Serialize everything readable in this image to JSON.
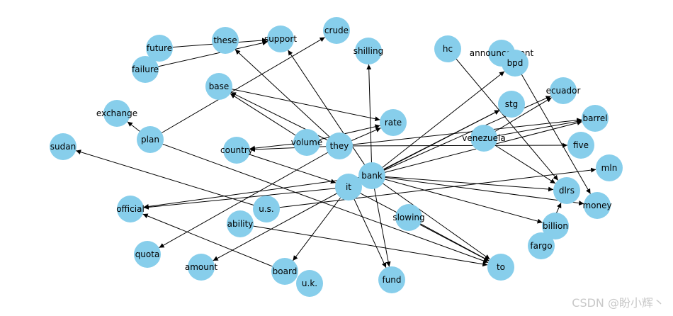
{
  "diagram": {
    "nodes": [
      {
        "id": "future",
        "label": "future"
      },
      {
        "id": "these",
        "label": "these"
      },
      {
        "id": "support",
        "label": "support"
      },
      {
        "id": "crude",
        "label": "crude"
      },
      {
        "id": "failure",
        "label": "failure"
      },
      {
        "id": "shilling",
        "label": "shilling"
      },
      {
        "id": "hc",
        "label": "hc"
      },
      {
        "id": "announcement",
        "label": "announcement"
      },
      {
        "id": "bpd",
        "label": "bpd"
      },
      {
        "id": "base",
        "label": "base"
      },
      {
        "id": "ecuador",
        "label": "ecuador"
      },
      {
        "id": "stg",
        "label": "stg"
      },
      {
        "id": "exchange",
        "label": "exchange"
      },
      {
        "id": "rate",
        "label": "rate"
      },
      {
        "id": "barrel",
        "label": "barrel"
      },
      {
        "id": "plan",
        "label": "plan"
      },
      {
        "id": "volume",
        "label": "volume"
      },
      {
        "id": "they",
        "label": "they"
      },
      {
        "id": "venezuela",
        "label": "venezuela"
      },
      {
        "id": "sudan",
        "label": "sudan"
      },
      {
        "id": "country",
        "label": "country"
      },
      {
        "id": "five",
        "label": "five"
      },
      {
        "id": "mln",
        "label": "mln"
      },
      {
        "id": "bank",
        "label": "bank"
      },
      {
        "id": "it",
        "label": "it"
      },
      {
        "id": "dlrs",
        "label": "dlrs"
      },
      {
        "id": "official",
        "label": "official"
      },
      {
        "id": "us",
        "label": "u.s."
      },
      {
        "id": "money",
        "label": "money"
      },
      {
        "id": "slowing",
        "label": "slowing"
      },
      {
        "id": "ability",
        "label": "ability"
      },
      {
        "id": "billion",
        "label": "billion"
      },
      {
        "id": "fargo",
        "label": "fargo"
      },
      {
        "id": "quota",
        "label": "quota"
      },
      {
        "id": "amount",
        "label": "amount"
      },
      {
        "id": "to",
        "label": "to"
      },
      {
        "id": "board",
        "label": "board"
      },
      {
        "id": "uk",
        "label": "u.k."
      },
      {
        "id": "fund",
        "label": "fund"
      }
    ],
    "edges": [
      {
        "from": "future",
        "to": "support"
      },
      {
        "from": "failure",
        "to": "support"
      },
      {
        "from": "plan",
        "to": "crude"
      },
      {
        "from": "plan",
        "to": "exchange"
      },
      {
        "from": "plan",
        "to": "to"
      },
      {
        "from": "base",
        "to": "rate"
      },
      {
        "from": "they",
        "to": "base"
      },
      {
        "from": "they",
        "to": "rate"
      },
      {
        "from": "they",
        "to": "these"
      },
      {
        "from": "they",
        "to": "country"
      },
      {
        "from": "they",
        "to": "barrel"
      },
      {
        "from": "they",
        "to": "five"
      },
      {
        "from": "they",
        "to": "quota"
      },
      {
        "from": "volume",
        "to": "base"
      },
      {
        "from": "volume",
        "to": "rate"
      },
      {
        "from": "volume",
        "to": "country"
      },
      {
        "from": "bank",
        "to": "support"
      },
      {
        "from": "bank",
        "to": "shilling"
      },
      {
        "from": "bank",
        "to": "bpd"
      },
      {
        "from": "bank",
        "to": "ecuador"
      },
      {
        "from": "bank",
        "to": "stg"
      },
      {
        "from": "bank",
        "to": "barrel"
      },
      {
        "from": "bank",
        "to": "official"
      },
      {
        "from": "bank",
        "to": "dlrs"
      },
      {
        "from": "bank",
        "to": "money"
      },
      {
        "from": "bank",
        "to": "billion"
      },
      {
        "from": "bank",
        "to": "fund"
      },
      {
        "from": "bank",
        "to": "to"
      },
      {
        "from": "it",
        "to": "stg"
      },
      {
        "from": "it",
        "to": "official"
      },
      {
        "from": "it",
        "to": "amount"
      },
      {
        "from": "it",
        "to": "board"
      },
      {
        "from": "it",
        "to": "fund"
      },
      {
        "from": "it",
        "to": "to"
      },
      {
        "from": "country",
        "to": "it"
      },
      {
        "from": "us",
        "to": "sudan"
      },
      {
        "from": "us",
        "to": "mln"
      },
      {
        "from": "hc",
        "to": "dlrs"
      },
      {
        "from": "bpd",
        "to": "money"
      },
      {
        "from": "venezuela",
        "to": "ecuador"
      },
      {
        "from": "venezuela",
        "to": "barrel"
      },
      {
        "from": "venezuela",
        "to": "dlrs"
      },
      {
        "from": "fargo",
        "to": "dlrs"
      },
      {
        "from": "ability",
        "to": "to"
      },
      {
        "from": "board",
        "to": "official"
      },
      {
        "from": "slowing",
        "to": "to"
      }
    ]
  },
  "watermark": "CSDN @盼小辉丶"
}
